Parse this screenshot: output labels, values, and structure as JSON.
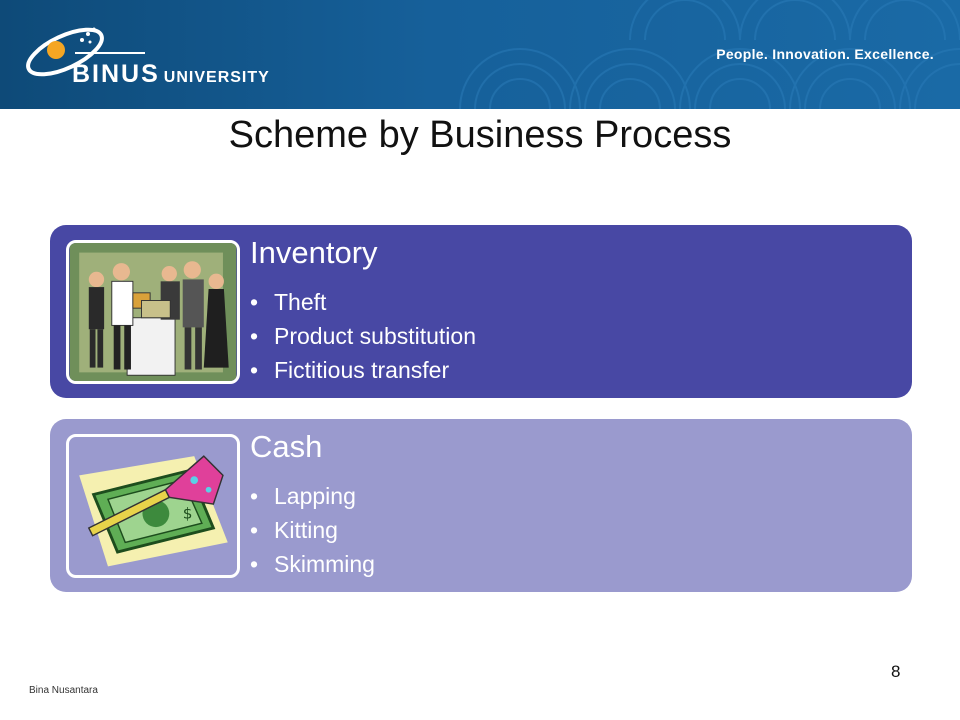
{
  "header": {
    "brand_main": "BINUS",
    "brand_sub": "UNIVERSITY",
    "tagline": "People. Innovation. Excellence."
  },
  "slide": {
    "title": "Scheme by Business Process",
    "panels": [
      {
        "heading": "Inventory",
        "bullets": [
          "Theft",
          "Product substitution",
          "Fictitious transfer"
        ],
        "image": "people-at-party-clipart"
      },
      {
        "heading": "Cash",
        "bullets": [
          "Lapping",
          "Kitting",
          "Skimming"
        ],
        "image": "money-saw-clipart"
      }
    ],
    "bullet_glyph": "•"
  },
  "footer": {
    "left_text": "Bina Nusantara",
    "page_number": "8"
  },
  "colors": {
    "banner": "#16609a",
    "panel_1": "#4848a4",
    "panel_2": "#9a9ace",
    "text_light": "#ffffff"
  }
}
